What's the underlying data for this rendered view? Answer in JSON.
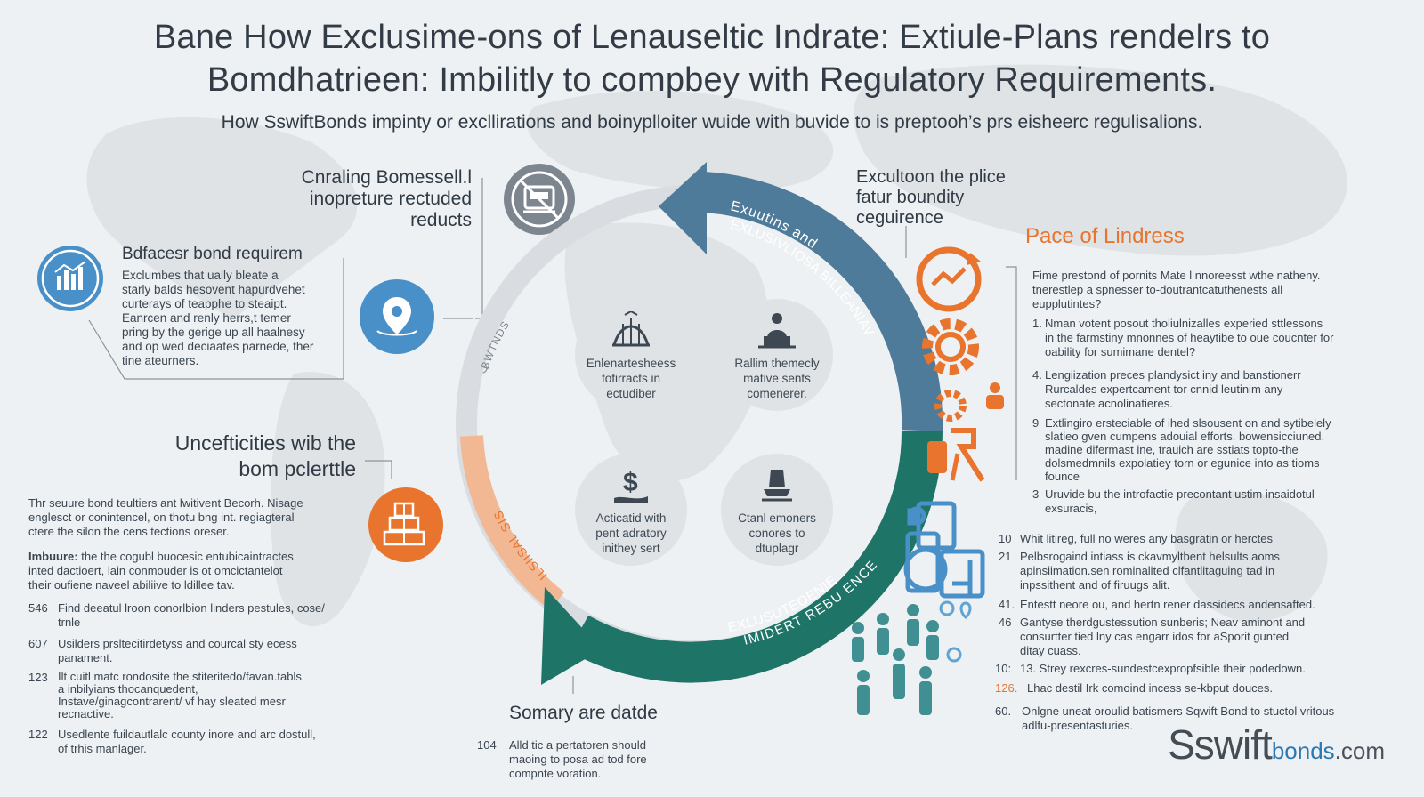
{
  "title": {
    "line1": "Bane How  Exclusime-ons of Lenauseltic Indrate: Extiule-Plans rendelrs to",
    "line2": "Bomdhatrieen: Imbilitly to compbey with Regulatory Requirements."
  },
  "subtitle": "How SswiftBonds impinty or excllirations and boinyplloiter wuide with buvide to is preptooh’s prs eisheerc regulisalions.",
  "left_top": {
    "heading": [
      "Cnraling Bomessell.l",
      "inopreture rectuded",
      "reducts"
    ]
  },
  "left_mid": {
    "heading": "Bdfacesr bond requirem",
    "body": [
      "Exclumbes that ually bleate a",
      "starly balds hesovent hapurdvehet",
      "curterays of teapphe to steaipt.",
      "Eanrcen and renly herrs,t temer",
      "pring by the gerige up all haalnesy",
      "and op wed deciaates parnede, ther",
      "tine ateurners."
    ]
  },
  "left_low": {
    "heading": [
      "Uncefticities wib the",
      "bom pclerttle"
    ],
    "para1": [
      "Thr seuure bond teultiers ant lwitivent Becorh. Nisage",
      "englesct or conintencel, on thotu bng int. regiagteral",
      "ctere the silon the cens tections oreser."
    ],
    "para2_label": "Imbuure:",
    "para2": [
      " the the cogubl buocesic entubicaintractes",
      "inted dactioert, lain conmouder is ot omcictantelot",
      "their oufiene naveel abiliive to ldillee tav."
    ],
    "items": [
      {
        "num": "546",
        "text": [
          "Find deeatul lroon conorlbion linders pestules, cose/",
          "trnle"
        ]
      },
      {
        "num": "607",
        "text": [
          "Usilders prsltecitirdetyss and courcal sty ecess",
          "panament."
        ]
      },
      {
        "num": "123",
        "text": [
          "Ilt cuitl matc rondosite the stiteritedo/favan.tabls",
          "a inbilyians thocanquedent,",
          "Instave/ginagcontrarent/ vf hay sleated mesr",
          "recnactive."
        ]
      },
      {
        "num": "122",
        "text": [
          "Usedlente fuildautlalc county inore and arc dostull,",
          "of trhis manlager."
        ]
      }
    ]
  },
  "cycle": {
    "arc_top": "Exuutins and",
    "arc_right": "EXLUSIVLIOSA BILLEANIAV",
    "arc_bottom1": "EXLUSUTEOENIE",
    "arc_bottom2": "IMIDERT REBU ENCE",
    "arc_left_gray": "BWTNDS",
    "arc_left_orange": "ILSIISAL SIS",
    "nodes": [
      {
        "label": [
          "Enlenartesheess",
          "fofirracts in",
          "ectudiber"
        ],
        "icon": "bridge-icon"
      },
      {
        "label": [
          "Rallim themecly",
          "mative sents",
          "comenerer."
        ],
        "icon": "person-podium-icon"
      },
      {
        "label": [
          "Acticatid with",
          "pent adratory",
          "inithey sert"
        ],
        "icon": "money-hand-icon"
      },
      {
        "label": [
          "Ctanl emoners",
          "conores to",
          "dtuplagr"
        ],
        "icon": "person-desk-icon"
      }
    ]
  },
  "top_right": {
    "heading": [
      "Excultoon the plice",
      "fatur boundity",
      "ceguirence"
    ]
  },
  "bottom_center": {
    "heading": "Somary are datde",
    "num": "104",
    "text": [
      "Alld tic a pertatoren should",
      "maoing to posa ad tod fore",
      "compnte voration."
    ]
  },
  "right": {
    "heading": "Pace of Lindress",
    "intro": [
      "Fime prestond of pornits Mate l nnoreesst wthe natheny.",
      "tnerestlep a spnesser to-doutrantcatuthenests all",
      "eupplutintes?"
    ],
    "items": [
      {
        "num": "1.",
        "text": [
          "Nman votent posout tholiulnizalles experied sttlessons",
          "in the farmstiny mnonnes of heaytibe to oue coucnter for",
          "oability for sumimane dentel?"
        ]
      },
      {
        "num": "4.",
        "text": [
          "Lengiization preces plandysict iny and banstionerr",
          "Rurcaldes expertcament tor cnnid leutinim any",
          "sectonate acnolinatieres."
        ]
      },
      {
        "num": "9",
        "text": [
          "Extlingiro ersteciable of ihed slsousent on and sytibelely",
          "slatieo gven cumpens adouial efforts. bowensicciuned,",
          "madine difermast ine, trauich are sstiats topto-the",
          "dolsmedmnils expolatiey torn or egunice into as tioms",
          "founce"
        ]
      },
      {
        "num": "3",
        "text": [
          "Uruvide bu the introfactie precontant ustim insaidotul",
          "exsuracis,"
        ]
      },
      {
        "num": "10",
        "text": [
          "Whit litireg, full no weres any basgratin or herctes"
        ]
      },
      {
        "num": "21",
        "text": [
          "Pelbsrogaind intiass is ckavmyltbent helsults aoms",
          "apinsiimation.sen rominalited clfantlitaguing tad in",
          "inpssithent and of firuugs alit."
        ]
      },
      {
        "num": "41.",
        "text": [
          "Entestt neore ou, and hertn rener dassidecs andensafted."
        ]
      },
      {
        "num": "46",
        "text": [
          "Gantyse therdgustessution sunberis; Neav aminont and",
          "consurtter tied lny cas engarr idos for aSporit gunted",
          "ditay cuass."
        ]
      },
      {
        "num": "10:",
        "text": [
          "13. Strey rexcres-sundestcexpropfsible their podedown."
        ]
      },
      {
        "num": "126.",
        "text": [
          "Lhac destil Irk comoind incess se-kbput douces."
        ]
      },
      {
        "num": "60.",
        "text": [
          "Onlgne uneat oroulid batismers Sqwift Bond to stuctol vritous",
          "adlfu-presentasturies."
        ]
      }
    ]
  },
  "logo": {
    "main": "Sswift",
    "accent": "bonds",
    "tld": ".com"
  },
  "colors": {
    "blue": "#4d7b99",
    "teal": "#1f7468",
    "orange": "#e8742d",
    "light_orange": "#f2b893",
    "gray_ring": "#d9dde1",
    "icon_blue": "#4a90c8"
  }
}
